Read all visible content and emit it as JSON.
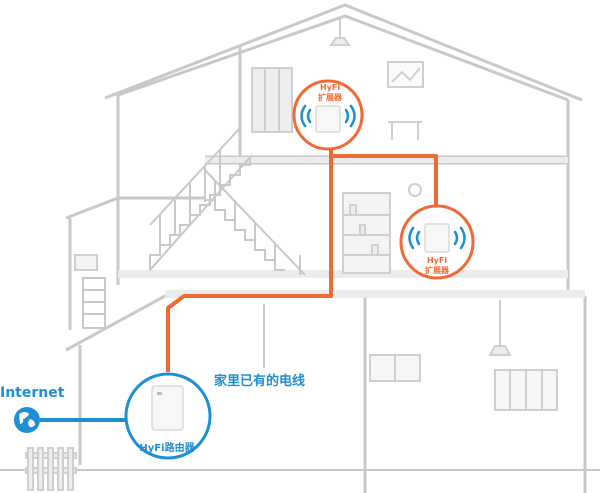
{
  "labels": {
    "internet": "Internet",
    "router": "HyFi路由器",
    "extender_top_brand": "HyFi",
    "extender_top_name": "扩展器",
    "extender_mid_brand": "HyFi",
    "extender_mid_name": "扩展器",
    "powerline": "家里已有的电线"
  },
  "colors": {
    "house_line": "#c8c8c8",
    "house_fill": "#f3f3f3",
    "powerline": "#f06a35",
    "router_accent": "#1e8fd5",
    "extender_accent": "#f06a35"
  },
  "icons": {
    "globe": "globe-icon",
    "wifi": "wifi-signal-icon"
  }
}
